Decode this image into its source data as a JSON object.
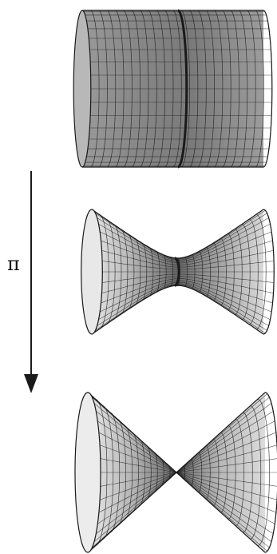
{
  "diagram": {
    "map_label": "π",
    "surfaces": [
      {
        "name": "cylinder",
        "profile": "constant"
      },
      {
        "name": "hyperboloid",
        "profile": "hyperbolic",
        "neck_ratio": 0.22
      },
      {
        "name": "double-cone",
        "profile": "conical"
      }
    ],
    "colors": {
      "ink": "#1a1a1a",
      "surface_dark": "#6e6e6e",
      "surface_mid": "#a9a9a9",
      "surface_light": "#e2e2e2"
    }
  }
}
